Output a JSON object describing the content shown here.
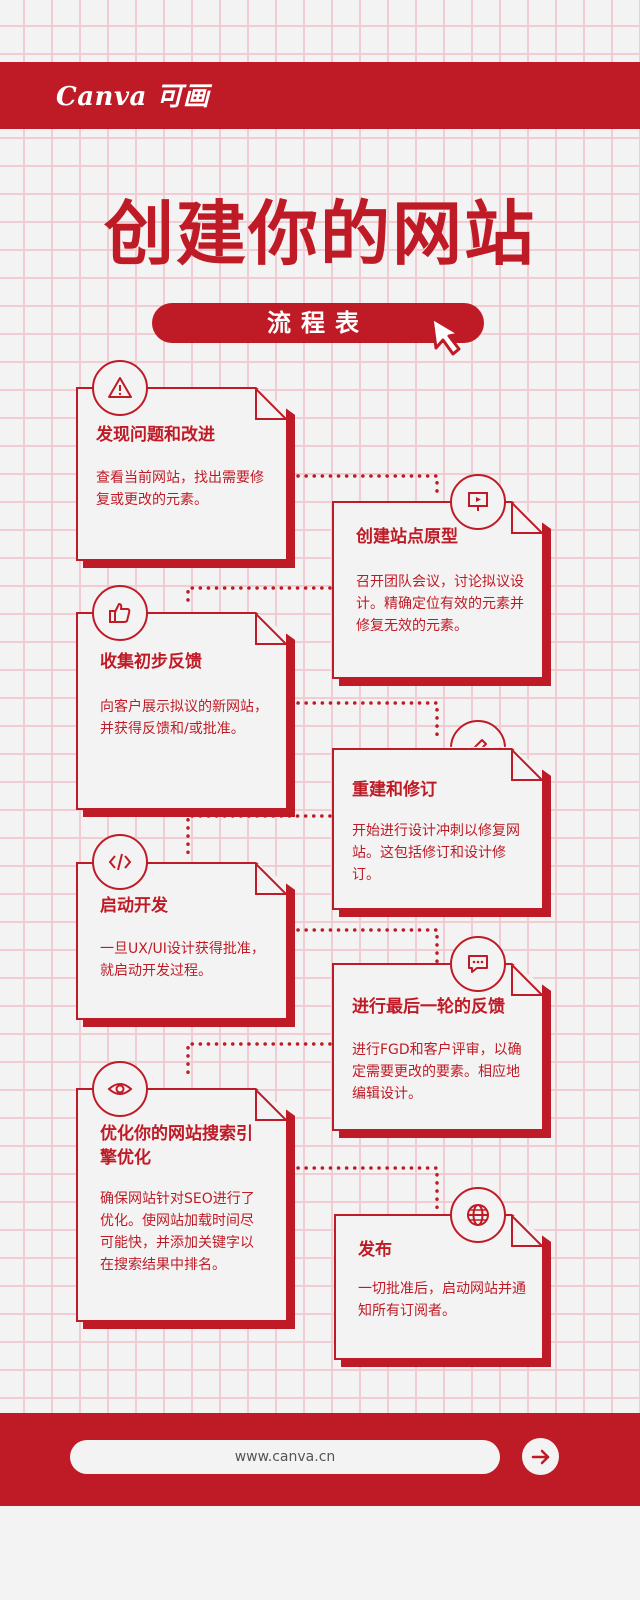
{
  "brand": {
    "logo_text": "Canva 可画"
  },
  "title": "创建你的网站",
  "subtitle": "流程表",
  "steps": [
    {
      "icon": "warning-icon",
      "title": "发现问题和改进",
      "body": "查看当前网站，找出需要修复或更改的元素。"
    },
    {
      "icon": "presentation-icon",
      "title": "创建站点原型",
      "body": "召开团队会议，讨论拟议设计。精确定位有效的元素并修复无效的元素。"
    },
    {
      "icon": "thumbs-up-icon",
      "title": "收集初步反馈",
      "body": "向客户展示拟议的新网站，并获得反馈和/或批准。"
    },
    {
      "icon": "edit-icon",
      "title": "重建和修订",
      "body": "开始进行设计冲刺以修复网站。这包括修订和设计修订。"
    },
    {
      "icon": "code-icon",
      "title": "启动开发",
      "body": "一旦UX/UI设计获得批准，就启动开发过程。"
    },
    {
      "icon": "chat-bubble-icon",
      "title": "进行最后一轮的反馈",
      "body": "进行FGD和客户评审，以确定需要更改的要素。相应地编辑设计。"
    },
    {
      "icon": "eye-icon",
      "title": "优化你的网站搜索引擎优化",
      "body": "确保网站针对SEO进行了优化。使网站加载时间尽可能快，并添加关键字以在搜索结果中排名。"
    },
    {
      "icon": "globe-icon",
      "title": "发布",
      "body": "一切批准后，启动网站并通知所有订阅者。"
    }
  ],
  "footer": {
    "url": "www.canva.cn",
    "arrow_icon": "arrow-right-icon"
  },
  "colors": {
    "accent": "#bf1b26",
    "background": "#f4f3f3",
    "grid": "#f1cdd3"
  }
}
